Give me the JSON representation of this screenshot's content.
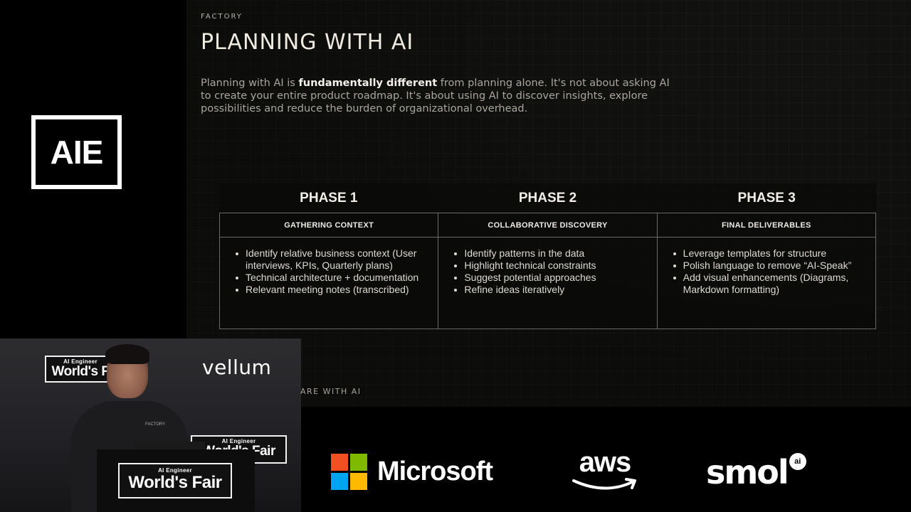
{
  "slide": {
    "kicker": "FACTORY",
    "title": "PLANNING WITH AI",
    "lead_pre": "Planning with AI is ",
    "lead_bold": "fundamentally different",
    "lead_post": " from planning alone. It's not about asking AI to create your entire product roadmap. It's about using AI to discover insights, explore possibilities and reduce the burden of organizational overhead.",
    "phases": [
      {
        "label": "PHASE 1",
        "subtitle": "GATHERING CONTEXT",
        "items": [
          "Identify relative business context (User interviews, KPIs, Quarterly plans)",
          "Technical architecture + documentation",
          "Relevant meeting notes (transcribed)"
        ]
      },
      {
        "label": "PHASE 2",
        "subtitle": "COLLABORATIVE DISCOVERY",
        "items": [
          "Identify patterns in the data",
          "Highlight technical constraints",
          "Suggest potential approaches",
          "Refine ideas iteratively"
        ]
      },
      {
        "label": "PHASE 3",
        "subtitle": "FINAL DELIVERABLES",
        "items": [
          "Leverage templates for structure",
          "Polish language to remove “AI-Speak”",
          "Add visual enhancements (Diagrams, Markdown formatting)"
        ]
      }
    ],
    "footer": "ARE WITH AI"
  },
  "event": {
    "logo_text": "AIE",
    "banner_small": "AI Engineer",
    "banner_big": "World's Fair",
    "banner_big_cropped": "World's F",
    "camera_sponsor": "vellum",
    "shirt_logo": "FACTORY"
  },
  "sponsors": {
    "microsoft": "Microsoft",
    "aws": "aws",
    "smol": "smol",
    "smol_badge": "ai"
  },
  "colors": {
    "ms_red": "#f25022",
    "ms_green": "#7fba00",
    "ms_blue": "#00a4ef",
    "ms_yellow": "#ffb900"
  }
}
